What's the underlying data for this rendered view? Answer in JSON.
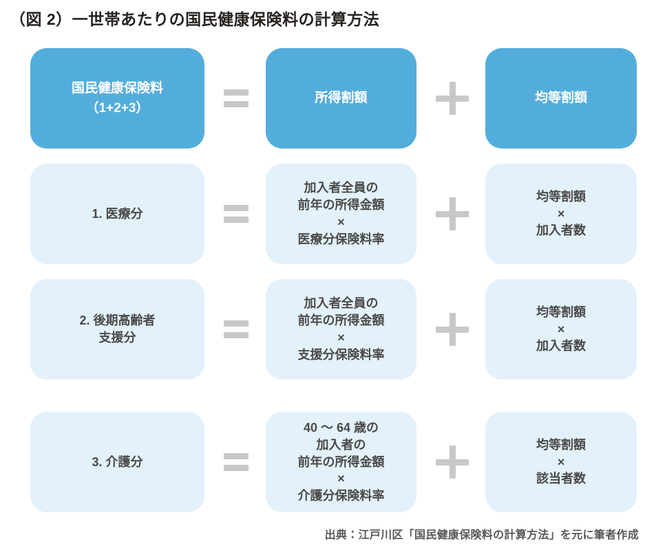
{
  "page": {
    "title": "（図 2）一世帯あたりの国民健康保険料の計算方法"
  },
  "operators": {
    "equals": "=",
    "plus": "+"
  },
  "colors": {
    "primary_blue": "#53ADDC",
    "light_blue": "#E3F1FA",
    "operator_gray": "#C8C8C8",
    "dark_text": "#4A4A4A",
    "title_text": "#262220",
    "source_text": "#595757"
  },
  "diagram": {
    "rows": [
      {
        "id": "total-premium",
        "left": "国民健康保険料\n（1+2+3）",
        "middle": "所得割額",
        "right": "均等割額"
      },
      {
        "id": "medical",
        "left": "1. 医療分",
        "middle": "加入者全員の\n前年の所得金額\n×\n医療分保険料率",
        "right": "均等割額\n×\n加入者数"
      },
      {
        "id": "elderly-support",
        "left": "2. 後期高齢者\n支援分",
        "middle": "加入者全員の\n前年の所得金額\n×\n支援分保険料率",
        "right": "均等割額\n×\n加入者数"
      },
      {
        "id": "nursing-care",
        "left": "3. 介護分",
        "middle": "40 ～ 64 歳の\n加入者の\n前年の所得金額\n×\n介護分保険料率",
        "right": "均等割額\n×\n該当者数"
      }
    ]
  },
  "source": "出典：江戸川区「国民健康保険料の計算方法」を元に筆者作成"
}
